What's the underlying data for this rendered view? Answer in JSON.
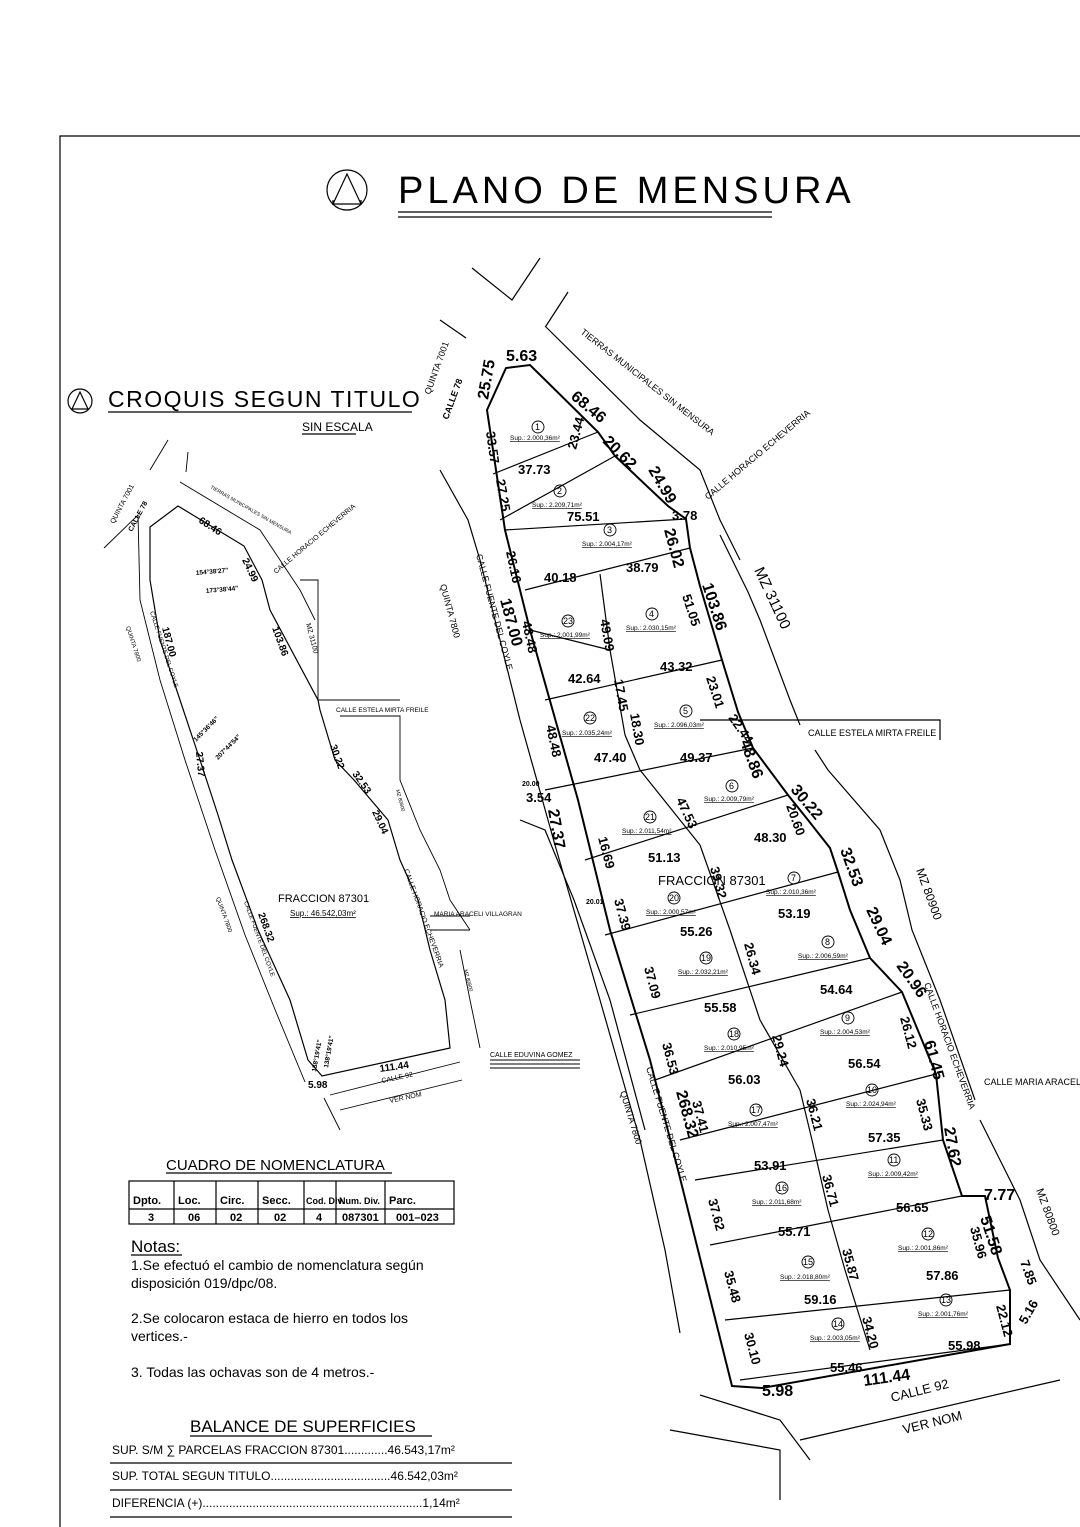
{
  "title": "PLANO DE MENSURA",
  "croquis": {
    "title": "CROQUIS SEGUN TITULO",
    "subtitle": "SIN ESCALA",
    "fraccion": "FRACCION 87301",
    "superficie": "Sup.: 46.542,03m²",
    "streets": {
      "quinta7001": "QUINTA 7001",
      "calle78": "CALLE 78",
      "tierras": "TIERRAS MUNICIPALES SIN MENSURA",
      "horacio": "CALLE HORACIO ECHEVERRIA",
      "mz31100": "MZ 31100",
      "estela": "CALLE ESTELA MIRTA FREILE",
      "mz80800": "MZ 80800",
      "mariaVillagran": "MARIA ARACELI VILLAGRAN",
      "horacio2": "CALLE HORACIO ECHEVERRIA",
      "mz80800b": "MZ 80800",
      "quinta7800": "QUINTA 7800",
      "coyle": "CALLE FUENTE DEL COYLE",
      "quinta7800b": "QUINTA 7800",
      "coyle2": "CALLE FUENTE DEL COYLE",
      "eduvina": "CALLE EDUVINA GOMEZ",
      "calle92": "CALLE 92",
      "vernom": "VER NOM"
    },
    "dims": {
      "d6846": "68.46",
      "d2499": "24.99",
      "a1": "154°38'27\"",
      "a2": "173°38'44\"",
      "d10386": "103.86",
      "d18700": "187.00",
      "a3": "145°36'46\"",
      "a4": "207°44'54\"",
      "d2737": "27.37",
      "d3022": "30.22",
      "d3253": "32.53",
      "d2904": "29.04",
      "d26832": "268.32",
      "a5": "138°19'41\"",
      "a6": "138°19'41\"",
      "d11144": "111.44",
      "d598": "5.98"
    }
  },
  "plano": {
    "fraccion": "FRACCION 87301",
    "streets": {
      "quinta7001": "QUINTA 7001",
      "calle78": "CALLE 78",
      "tierras": "TIERRAS MUNICIPALES SIN MENSURA",
      "horacio": "CALLE HORACIO ECHEVERRIA",
      "mz31100": "MZ 31100",
      "estela": "CALLE ESTELA MIRTA FREILE",
      "mz80900": "MZ 80900",
      "horacio2": "CALLE HORACIO ECHEVERRIA",
      "mariaVillagran": "CALLE MARIA ARACELI VILLAGRAN",
      "mz80800": "MZ 80800",
      "quinta7800": "QUINTA 7800",
      "coyle": "CALLE FUENTE DEL COYLE",
      "quinta7800b": "QUINTA 7800",
      "coyle2": "CALLE FUENTE DEL COYLE",
      "calle92": "CALLE 92",
      "vernom": "VER NOM"
    },
    "main_dims": {
      "top": "5.63",
      "d2575": "25.75",
      "d6846": "68.46",
      "d2062": "20.62",
      "d2499": "24.99",
      "d378": "3.78",
      "d2602": "26.02",
      "d10386": "103.86",
      "d5105": "51.05",
      "d2301": "23.01",
      "d2244": "22.44",
      "d4886": "48.86",
      "d3022": "30.22",
      "d3253": "32.53",
      "d2904": "29.04",
      "d2096": "20.96",
      "d6145": "61.45",
      "d2762": "27.62",
      "d777": "7.77",
      "d5158": "51.58",
      "d785": "7.85",
      "d516": "5.16",
      "d18700": "187.00",
      "d2737": "27.37",
      "d354": "3.54",
      "d26832": "268.32",
      "d11144": "111.44",
      "d598": "5.98",
      "d3357": "33.57",
      "d2725": "27.25",
      "d2616": "26.16",
      "d4848": "48.48",
      "d4848b": "48.48",
      "d1669": "16.69",
      "d3739": "37.39",
      "d3709": "37.09",
      "d3653": "36.53",
      "d3741": "37.41",
      "d3762": "37.62",
      "d3548": "35.48",
      "d3010": "30.10"
    },
    "inner_dims": {
      "d3773": "37.73",
      "d7551": "75.51",
      "d4018": "40.18",
      "d3879": "38.79",
      "d4264": "42.64",
      "d4332": "43.32",
      "d4740": "47.40",
      "d4937": "49.37",
      "d5113": "51.13",
      "d4830": "48.30",
      "d5526": "55.26",
      "d5319": "53.19",
      "d5558": "55.58",
      "d5464": "54.64",
      "d5603": "56.03",
      "d5654": "56.54",
      "d5391": "53.91",
      "d5735": "57.35",
      "d5571": "55.71",
      "d5665": "56.65",
      "d5916": "59.16",
      "d5786": "57.86",
      "d5546": "55.46",
      "d5598": "55.98",
      "d4909": "49.09",
      "d1745": "17.45",
      "d1830": "18.30",
      "d4753": "47.53",
      "d3932": "39.32",
      "d2634": "26.34",
      "d2924": "29.24",
      "d3621": "36.21",
      "d3671": "36.71",
      "d3587": "35.87",
      "d3420": "34.20",
      "d2344": "23.44",
      "d3533": "35.33",
      "d3596": "35.96",
      "d2212": "22.12",
      "d2612": "26.12",
      "d2060": "20.60",
      "d2000": "20.00",
      "d2001": "20.01"
    },
    "lots": [
      {
        "n": "1",
        "sup": "Sup.: 2.000,36m²"
      },
      {
        "n": "2",
        "sup": "Sup.: 2.209,71m²"
      },
      {
        "n": "3",
        "sup": "Sup.: 2.004,17m²"
      },
      {
        "n": "4",
        "sup": "Sup.: 2.030,15m²"
      },
      {
        "n": "5",
        "sup": "Sup.: 2.096,03m²"
      },
      {
        "n": "6",
        "sup": "Sup.: 2.009,79m²"
      },
      {
        "n": "7",
        "sup": "Sup.: 2.010,36m²"
      },
      {
        "n": "8",
        "sup": "Sup.: 2.006,59m²"
      },
      {
        "n": "9",
        "sup": "Sup.: 2.004,53m²"
      },
      {
        "n": "10",
        "sup": "Sup.: 2.024,94m²"
      },
      {
        "n": "11",
        "sup": "Sup.: 2.009,42m²"
      },
      {
        "n": "12",
        "sup": "Sup.: 2.001,86m²"
      },
      {
        "n": "13",
        "sup": "Sup.: 2.001,76m²"
      },
      {
        "n": "14",
        "sup": "Sup.: 2.003,05m²"
      },
      {
        "n": "15",
        "sup": "Sup.: 2.018,80m²"
      },
      {
        "n": "16",
        "sup": "Sup.: 2.011,68m²"
      },
      {
        "n": "17",
        "sup": "Sup.: 2.007,47m²"
      },
      {
        "n": "18",
        "sup": "Sup.: 2.010,95m²"
      },
      {
        "n": "19",
        "sup": "Sup.: 2.032,21m²"
      },
      {
        "n": "20",
        "sup": "Sup.: 2.000,57m²"
      },
      {
        "n": "21",
        "sup": "Sup.: 2.011,54m²"
      },
      {
        "n": "22",
        "sup": "Sup.: 2.035,24m²"
      },
      {
        "n": "23",
        "sup": "Sup.: 2.001,99m²"
      }
    ]
  },
  "nomenclatura": {
    "title": "CUADRO DE NOMENCLATURA",
    "headers": [
      "Dpto.",
      "Loc.",
      "Circ.",
      "Secc.",
      "Cod. Div.",
      "Num. Div.",
      "Parc."
    ],
    "values": [
      "3",
      "06",
      "02",
      "02",
      "4",
      "087301",
      "001–023"
    ]
  },
  "notas": {
    "title": "Notas:",
    "n1a": "1.Se efectuó el cambio de nomenclatura según",
    "n1b": "disposición 019/dpc/08.",
    "n2a": "2.Se colocaron estaca de hierro en todos los",
    "n2b": "vertices.-",
    "n3": "3. Todas las ochavas son de 4 metros.-"
  },
  "balance": {
    "title": "BALANCE DE SUPERFICIES",
    "row1": "SUP. S/M ∑ PARCELAS FRACCION 87301.............46.543,17m²",
    "row2": "SUP. TOTAL SEGUN TITULO....................................46.542,03m²",
    "row3": "DIFERENCIA (+)..................................................................1,14m²"
  }
}
